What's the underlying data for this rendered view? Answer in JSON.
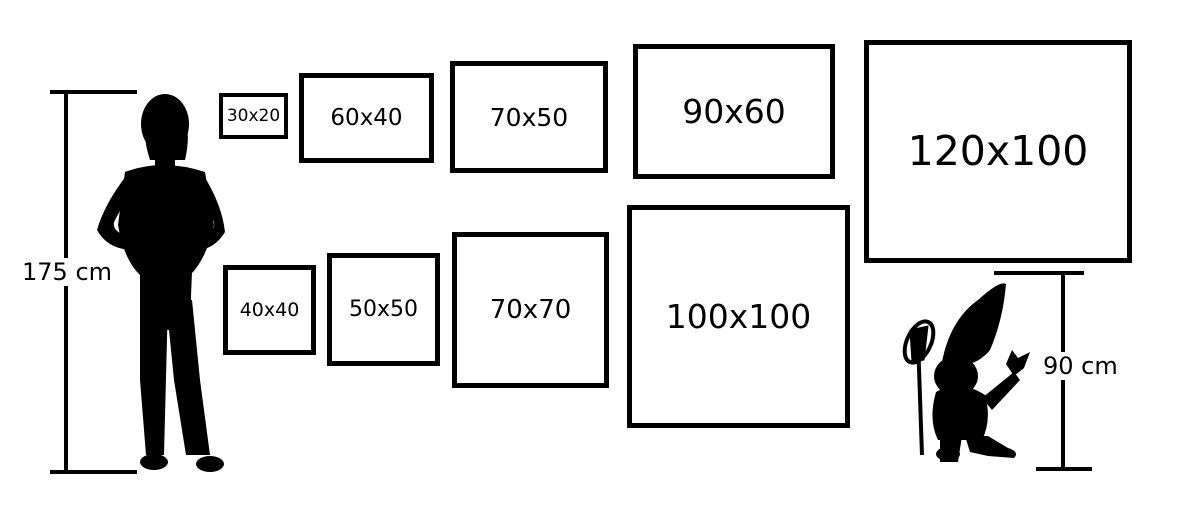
{
  "human_height": {
    "label": "175 cm"
  },
  "gnome_height": {
    "label": "90 cm"
  },
  "frames": {
    "f30x20": "30x20",
    "f60x40": "60x40",
    "f70x50": "70x50",
    "f90x60": "90x60",
    "f120x100": "120x100",
    "f40x40": "40x40",
    "f50x50": "50x50",
    "f70x70": "70x70",
    "f100x100": "100x100"
  },
  "colors": {
    "ink": "#000000",
    "background": "#ffffff"
  },
  "icons": [
    "woman-silhouette-icon",
    "gnome-silhouette-icon",
    "butterfly-net-icon"
  ]
}
